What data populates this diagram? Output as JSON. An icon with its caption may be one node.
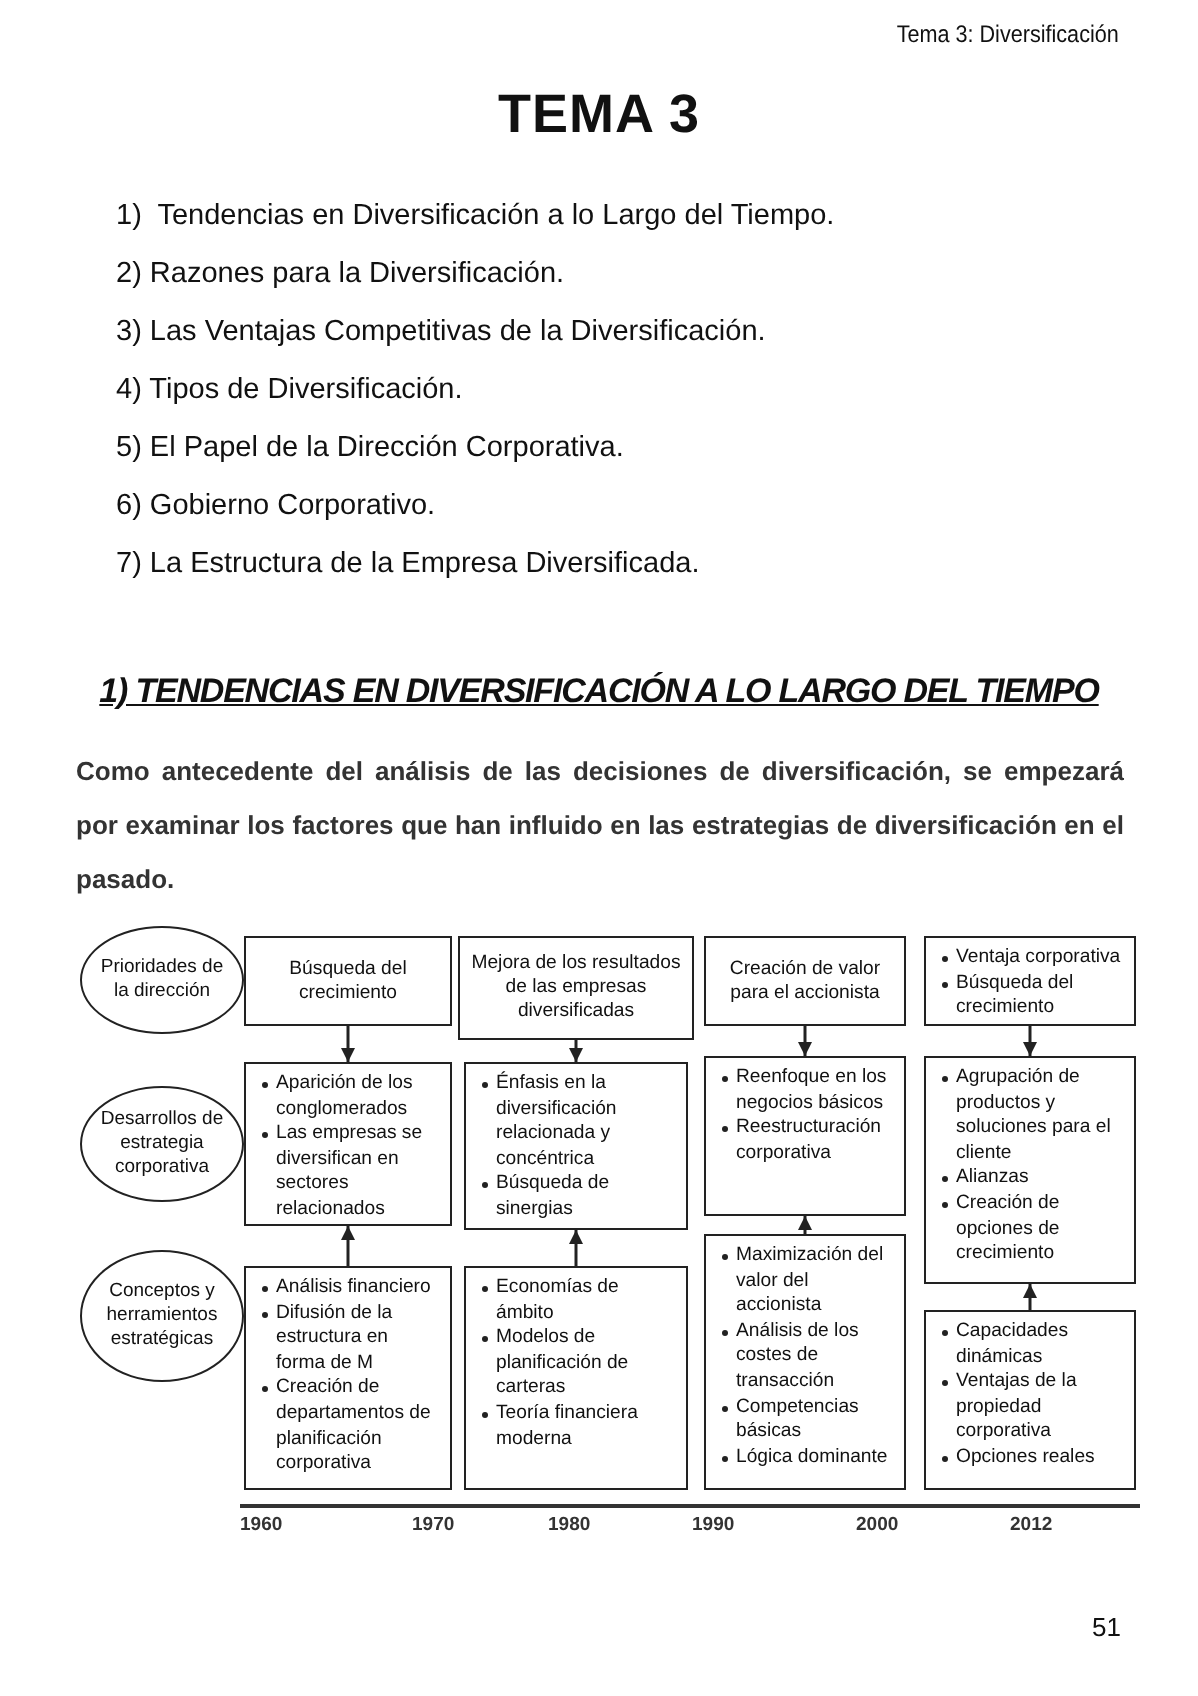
{
  "diagram": {
    "title": "TEMA 3",
    "nodes": [
      {
        "text": [
          "Prioridades de la dirección"
        ]
      },
      {
        "text": [
          "Búsqueda del crecimiento"
        ]
      },
      {
        "text": [
          "Mejora de los resultados de las empresas diversificadas"
        ]
      },
      {
        "text": [
          "Creación de valor para el accionista"
        ]
      },
      {
        "text": [
          "Ventaja corporativa",
          "Búsqueda del crecimiento"
        ]
      },
      {
        "text": [
          "Desarrollos de estrategia corporativa"
        ]
      },
      {
        "text": [
          "Aparición de los conglomerados",
          "Las empresas se diversifican en sectores relacionados"
        ]
      },
      {
        "text": [
          "Énfasis en la diversificación relacionada y concéntrica",
          "Búsqueda de sinergias"
        ]
      },
      {
        "text": [
          "Reenfoque en los negocios básicos",
          "Reestructuración corporativa"
        ]
      },
      {
        "text": [
          "Agrupación de productos y soluciones para el cliente",
          "Alianzas",
          "Creación de opciones de crecimiento"
        ]
      },
      {
        "text": [
          "Conceptos y herramientos estratégicas"
        ]
      },
      {
        "text": [
          "Análisis financiero",
          "Difusión de la estructura en forma de M",
          "Creación de departamentos de planificación corporativa"
        ]
      },
      {
        "text": [
          "Economías de ámbito",
          "Modelos de planificación de carteras",
          "Teoría financiera moderna"
        ]
      },
      {
        "text": [
          "Maximización del valor del accionista",
          "Análisis de los costes de transacción",
          "Competencias básicas",
          "Lógica dominante"
        ]
      },
      {
        "text": [
          "Capacidades dinámicas",
          "Ventajas de la propiedad corporativa",
          "Opciones reales"
        ]
      }
    ],
    "edges": [
      {
        "from": 1,
        "to": 6,
        "arrow": "to"
      },
      {
        "from": 2,
        "to": 7,
        "arrow": "to"
      },
      {
        "from": 3,
        "to": 8,
        "arrow": "to"
      },
      {
        "from": 4,
        "to": 9,
        "arrow": "to"
      },
      {
        "from": 11,
        "to": 6,
        "arrow": "to"
      },
      {
        "from": 12,
        "to": 7,
        "arrow": "to"
      },
      {
        "from": 13,
        "to": 8,
        "arrow": "to"
      },
      {
        "from": 14,
        "to": 9,
        "arrow": "to"
      }
    ],
    "labels": [
      "Tema 3: Diversificación",
      "1)  Tendencias en Diversificación a lo Largo del Tiempo.",
      "2) Razones para la Diversificación.",
      "3) Las Ventajas Competitivas de la Diversificación.",
      "4) Tipos de Diversificación.",
      "5) El Papel de la Dirección Corporativa.",
      "6) Gobierno Corporativo.",
      "7) La Estructura de la Empresa Diversificada.",
      "1) TENDENCIAS EN DIVERSIFICACIÓN A LO LARGO DEL TIEMPO",
      "Como antecedente del análisis de las decisiones de diversificación, se empezará por examinar los factores que han influido en las estrategias de diversificación en el pasado.",
      "1960",
      "1970",
      "1980",
      "1990",
      "2000",
      "2012",
      "51"
    ]
  }
}
